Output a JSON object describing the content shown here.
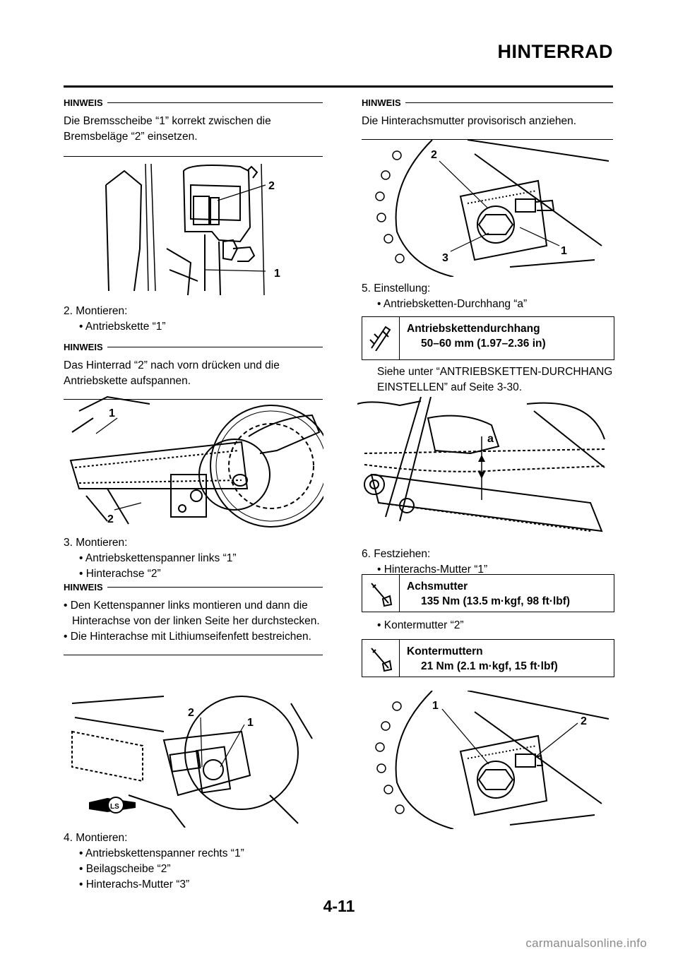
{
  "header": {
    "title": "HINTERRAD"
  },
  "left": {
    "note1": {
      "label": "HINWEIS",
      "text": "Die Bremsscheibe “1” korrekt zwischen die Bremsbeläge “2” einsetzen."
    },
    "fig1": {
      "callouts": [
        "2",
        "1"
      ]
    },
    "step2": {
      "title": "2.  Montieren:",
      "items": [
        "• Antriebskette “1”"
      ]
    },
    "note2": {
      "label": "HINWEIS",
      "text": "Das Hinterrad “2” nach vorn drücken und die Antriebskette aufspannen."
    },
    "fig2": {
      "callouts": [
        "1",
        "2"
      ]
    },
    "step3": {
      "title": "3.  Montieren:",
      "items": [
        "• Antriebskettenspanner links “1”",
        "• Hinterachse “2”"
      ]
    },
    "note3": {
      "label": "HINWEIS",
      "bullets": [
        "• Den Kettenspanner links montieren und dann die Hinterachse von der linken Seite her durchstecken.",
        "• Die Hinterachse mit Lithiumseifenfett best­reichen."
      ]
    },
    "fig3": {
      "callouts": [
        "2",
        "1"
      ],
      "ls_badge": "LS"
    },
    "step4": {
      "title": "4.  Montieren:",
      "items": [
        "• Antriebskettenspanner rechts “1”",
        "• Beilagscheibe “2”",
        "• Hinterachs-Mutter “3”"
      ]
    }
  },
  "right": {
    "note1": {
      "label": "HINWEIS",
      "text": "Die Hinterachsmutter provisorisch anziehen."
    },
    "fig1": {
      "callouts": [
        "2",
        "3",
        "1"
      ]
    },
    "step5": {
      "title": "5.  Einstellung:",
      "items": [
        "• Antriebsketten-Durchhang “a”"
      ]
    },
    "spec1": {
      "icon": "caliper-icon",
      "name": "Antriebskettendurchhang",
      "value": "50–60 mm (1.97–2.36 in)"
    },
    "ref": "Siehe unter “ANTRIEBSKETTEN-DURCH­HANG EINSTELLEN” auf Seite 3-30.",
    "fig2": {
      "callouts": [
        "a"
      ]
    },
    "step6": {
      "title": "6.  Festziehen:",
      "items": [
        "• Hinterachs-Mutter “1”"
      ]
    },
    "spec2": {
      "icon": "torque-wrench-icon",
      "name": "Achsmutter",
      "value": "135 Nm (13.5 m·kgf, 98 ft·lbf)"
    },
    "item_kontermutter": "• Kontermutter “2”",
    "spec3": {
      "icon": "torque-wrench-icon",
      "name": "Kontermuttern",
      "value": "21 Nm (2.1 m·kgf, 15 ft·lbf)"
    },
    "fig3": {
      "callouts": [
        "1",
        "2"
      ]
    }
  },
  "footer": {
    "page_number": "4-11",
    "watermark": "carmanualsonline.info"
  }
}
